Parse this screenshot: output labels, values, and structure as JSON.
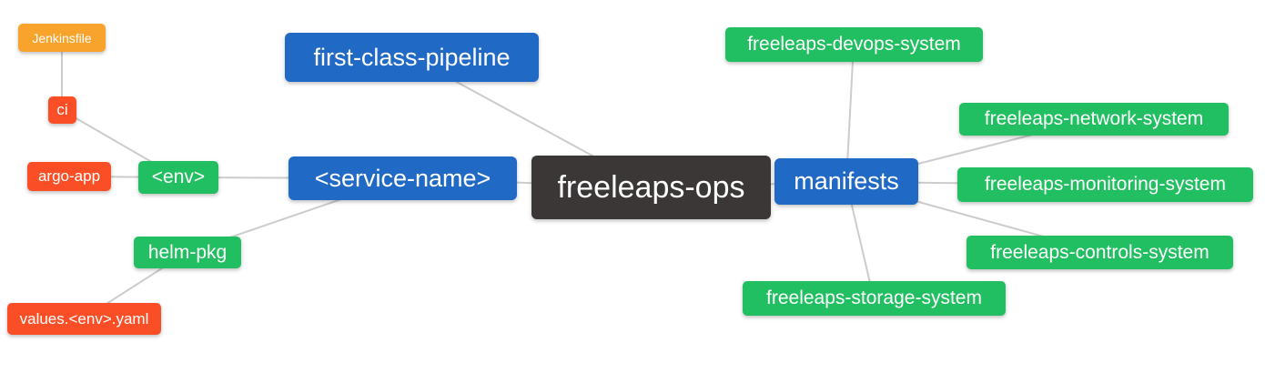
{
  "diagram": {
    "type": "mindmap",
    "root_label": "freeleaps-ops",
    "colors": {
      "background": "#ffffff",
      "edge": "#cccccc",
      "root": "#3b3737",
      "level1": "#2069c4",
      "level2": "#21bf61",
      "level3": "#fa4f26",
      "level4": "#f8a32b"
    },
    "nodes": [
      {
        "id": "jenkinsfile",
        "label": "Jenkinsfile",
        "level": 4
      },
      {
        "id": "ci",
        "label": "ci",
        "level": 3
      },
      {
        "id": "argo-app",
        "label": "argo-app",
        "level": 3
      },
      {
        "id": "env",
        "label": "<env>",
        "level": 2
      },
      {
        "id": "helm-pkg",
        "label": "helm-pkg",
        "level": 2
      },
      {
        "id": "values-env-yaml",
        "label": "values.<env>.yaml",
        "level": 3
      },
      {
        "id": "first-class-pipeline",
        "label": "first-class-pipeline",
        "level": 1
      },
      {
        "id": "service-name",
        "label": "<service-name>",
        "level": 1
      },
      {
        "id": "freeleaps-ops",
        "label": "freeleaps-ops",
        "level": 0
      },
      {
        "id": "manifests",
        "label": "manifests",
        "level": 1
      },
      {
        "id": "devops-system",
        "label": "freeleaps-devops-system",
        "level": 2
      },
      {
        "id": "network-system",
        "label": "freeleaps-network-system",
        "level": 2
      },
      {
        "id": "monitoring-system",
        "label": "freeleaps-monitoring-system",
        "level": 2
      },
      {
        "id": "controls-system",
        "label": "freeleaps-controls-system",
        "level": 2
      },
      {
        "id": "storage-system",
        "label": "freeleaps-storage-system",
        "level": 2
      }
    ],
    "edges": [
      [
        "jenkinsfile",
        "ci"
      ],
      [
        "ci",
        "env"
      ],
      [
        "argo-app",
        "env"
      ],
      [
        "env",
        "service-name"
      ],
      [
        "helm-pkg",
        "service-name"
      ],
      [
        "values-env-yaml",
        "helm-pkg"
      ],
      [
        "first-class-pipeline",
        "freeleaps-ops"
      ],
      [
        "service-name",
        "freeleaps-ops"
      ],
      [
        "freeleaps-ops",
        "manifests"
      ],
      [
        "manifests",
        "devops-system"
      ],
      [
        "manifests",
        "network-system"
      ],
      [
        "manifests",
        "monitoring-system"
      ],
      [
        "manifests",
        "controls-system"
      ],
      [
        "manifests",
        "storage-system"
      ]
    ]
  }
}
